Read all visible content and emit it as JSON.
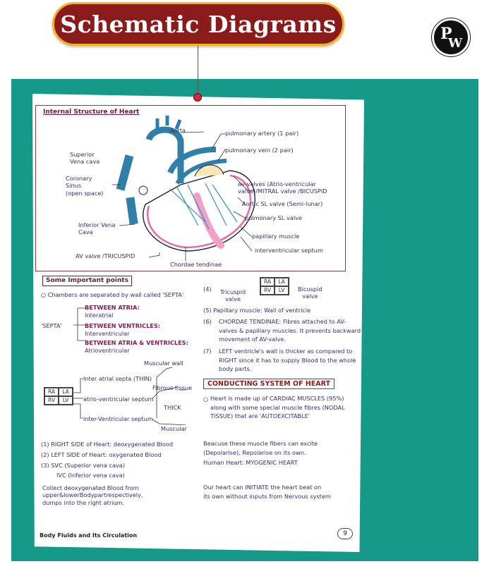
{
  "header": {
    "title": "Schematic Diagrams",
    "logo_letters": [
      "P",
      "W"
    ]
  },
  "diagram": {
    "title": "Internal Structure of Heart",
    "labels": {
      "aorta": "Aorta",
      "pulmonary_artery": "pulmonary artery (1 pair)",
      "pulmonary_vein": "pulmonary vein (2 pair)",
      "superior_vena_cava": "Superior\nVena cava",
      "coronary_sinus": "Coronary\nSinus\n(open space)",
      "av_valves": "Av-valves (Atrio-ventricular\nvalve)/MITRAL valve /BICUSPID",
      "aortic_sl_valve": "Aortic SL valve (Semi-lunar)",
      "pulmonary_sl_valve": "pulmonary SL valve",
      "papillary_muscle": "papillary muscle",
      "interventricular_septum": "interventricular septum",
      "inferior_vena_cava": "Inferior Vena\nCava",
      "av_valve_tricuspid": "AV valve /TRICUSPID",
      "chordae_tendinae": "Chordae tendinae"
    }
  },
  "left": {
    "section_title": "Some Important points",
    "chambers_line": "Chambers are separated by wall called 'SEPTA'",
    "septa_label": "'SEPTA'",
    "septa_items": [
      {
        "head": "BETWEEN ATRIA:",
        "sub": "Interatrial"
      },
      {
        "head": "BETWEEN VENTRICLES:",
        "sub": "Interventricular"
      },
      {
        "head": "BETWEEN ATRIA & VENTRICLES:",
        "sub": "Atrioventricular"
      }
    ],
    "grid": [
      "RA",
      "LA",
      "RV",
      "LV"
    ],
    "muscular_wall": "Muscular wall",
    "inter_atrial": "Inter atrial septa (THIN)",
    "fibrous": "Fibrous tissue",
    "atrio_ventricular": "atrio-ventricular septum",
    "thick": "THICK",
    "inter_ventricular": "inter-Ventricular septum",
    "muscular": "Muscular",
    "numbered": [
      "(1)  RIGHT SIDE of Heart: deoxygenated Blood",
      "(2)  LEFT SIDE of Heart: oxygenated Blood",
      "(3)  SVC (Superior vena cava)"
    ],
    "ivc": "IVC (Inferior vena cava)",
    "collect": "Collect deoxygenated Blood from\nupper&lowerBodypartrespectively,\ndumps into the right atrium."
  },
  "right": {
    "p4_num": "(4)",
    "tricuspid": "Tricuspid\nvalve",
    "bicuspid": "Bicuspid\nvalve",
    "grid": [
      "RA",
      "LA",
      "RV",
      "LV"
    ],
    "p5": "(5)  Papillary muscle: Wall of ventricle",
    "p6_num": "(6)",
    "p6": "CHORDAE TENDINAE: Fibres attached to AV-\nvalves & papillary muscles. It prevents backward\nmovement of AV-valve.",
    "p7_num": "(7)",
    "p7": "LEFT ventricle's wall is thicker as compared to\nRIGHT since it has to supply Blood to the whole\nbody parts.",
    "conducting_title": "CONDUCTING SYSTEM OF HEART",
    "cardiac": "Heart is made up of CARDIAC MUSCLES (95%)\nalong with some special muscle fibres (NODAL\nTISSUE) that are 'AUTOEXCITABLE'",
    "because": "Beacuse these muscle fibers can excite\n(Depolarise), Repolarise on its own.",
    "human_heart": "Human Heart: MYOGENIC HEART",
    "initiate": "Our heart can INITIATE the heart beat on\nits own without inputs from Nervous system"
  },
  "footer": {
    "chapter": "Body Fluids and Its Circulation",
    "page": "9"
  }
}
